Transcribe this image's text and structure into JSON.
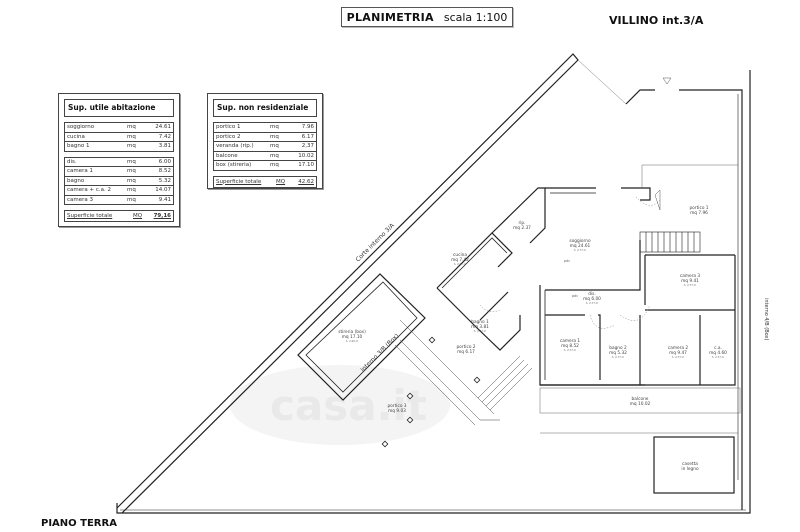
{
  "header": {
    "title": "PLANIMETRIA",
    "scale": "scala 1:100",
    "property": "VILLINO int.3/A",
    "floor": "PIANO TERRA"
  },
  "residential_table": {
    "title": "Sup. utile abitazione",
    "group1": [
      {
        "label": "soggiorno",
        "unit": "mq",
        "value": "24.61"
      },
      {
        "label": "cucina",
        "unit": "mq",
        "value": "7.42"
      },
      {
        "label": "bagno 1",
        "unit": "mq",
        "value": "3.81"
      }
    ],
    "group2": [
      {
        "label": "dis.",
        "unit": "mq",
        "value": "6.00"
      },
      {
        "label": "camera 1",
        "unit": "mq",
        "value": "8.52"
      },
      {
        "label": "bagno",
        "unit": "mq",
        "value": "5.32"
      },
      {
        "label": "camera + c.a. 2",
        "unit": "mq",
        "value": "14.07"
      },
      {
        "label": "camera 3",
        "unit": "mq",
        "value": "9.41"
      }
    ],
    "total_label": "Superficie totale",
    "total_unit": "MQ",
    "total_value": "79,16"
  },
  "non_residential_table": {
    "title": "Sup. non residenziale",
    "rows": [
      {
        "label": "portico 1",
        "unit": "mq",
        "value": "7.96"
      },
      {
        "label": "portico 2",
        "unit": "mq",
        "value": "6.17"
      },
      {
        "label": "veranda (rip.)",
        "unit": "mq",
        "value": "2,37"
      },
      {
        "label": "balcone",
        "unit": "mq",
        "value": "10.02"
      },
      {
        "label": "box (stireria)",
        "unit": "mq",
        "value": "17.10"
      }
    ],
    "total_label": "Superficie totale",
    "total_unit": "MQ",
    "total_value": "42.62"
  },
  "rooms": [
    {
      "id": "soggiorno",
      "name": "soggiorno",
      "area": "mq 24.61",
      "height": "h. 2.77 m"
    },
    {
      "id": "cucina",
      "name": "cucina",
      "area": "mq 7.42",
      "height": "h. 2.77 m"
    },
    {
      "id": "rip",
      "name": "rip.",
      "area": "mq 2.37",
      "height": ""
    },
    {
      "id": "bagno1",
      "name": "bagno 1",
      "area": "mq 3.81",
      "height": "h. 2.77 m"
    },
    {
      "id": "dis",
      "name": "dis.",
      "area": "mq 6.00",
      "height": "h. 2.77 m"
    },
    {
      "id": "camera1",
      "name": "camera 1",
      "area": "mq 8.52",
      "height": "h. 2.77 m"
    },
    {
      "id": "bagno2",
      "name": "bagno 2",
      "area": "mq 5.32",
      "height": "h. 2.77 m"
    },
    {
      "id": "camera2",
      "name": "camera 2",
      "area": "mq 9.47",
      "height": "h. 2.77 m"
    },
    {
      "id": "ca",
      "name": "c.a.",
      "area": "mq 4.60",
      "height": "h. 2.77 m"
    },
    {
      "id": "camera3",
      "name": "camera 3",
      "area": "mq 9.41",
      "height": "h. 2.77 m"
    },
    {
      "id": "portico1",
      "name": "portico 1",
      "area": "mq 7.96",
      "height": ""
    },
    {
      "id": "portico2",
      "name": "portico 2",
      "area": "mq 6.17",
      "height": ""
    },
    {
      "id": "portico3",
      "name": "portico 3",
      "area": "mq 9.03",
      "height": ""
    },
    {
      "id": "balcone",
      "name": "balcone",
      "area": "mq 10.02",
      "height": ""
    },
    {
      "id": "stireria",
      "name": "stireria (box)",
      "area": "mq 17.10",
      "height": "h. 2.40 m"
    },
    {
      "id": "casetta",
      "name": "casetta",
      "area": "in legno",
      "height": ""
    }
  ],
  "annotations": {
    "corte": "Corte interno 3/A",
    "box_label": "interno 3/B (Box)",
    "side_label": "interno 4/B (Box)",
    "watermark": "casa.it",
    "soggiorno_sym": "pdc",
    "dis_sym": "pdc"
  }
}
